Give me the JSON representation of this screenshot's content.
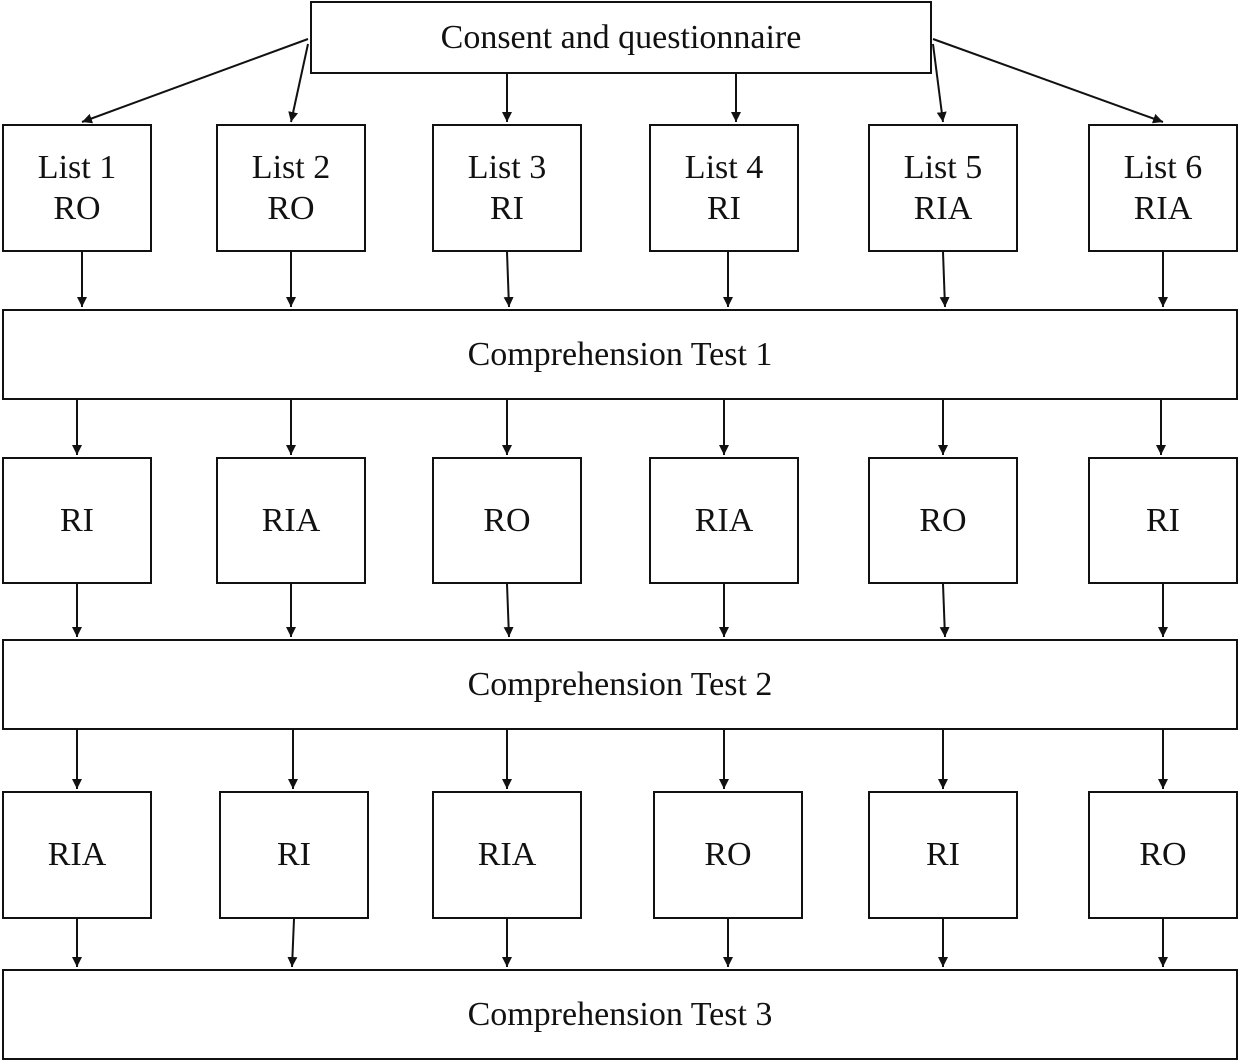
{
  "top": {
    "label": "Consent and questionnaire"
  },
  "lists": [
    {
      "name": "List 1",
      "first": "RO"
    },
    {
      "name": "List 2",
      "first": "RO"
    },
    {
      "name": "List 3",
      "first": "RI"
    },
    {
      "name": "List 4",
      "first": "RI"
    },
    {
      "name": "List 5",
      "first": "RIA"
    },
    {
      "name": "List 6",
      "first": "RIA"
    }
  ],
  "tests": [
    "Comprehension Test 1",
    "Comprehension Test 2",
    "Comprehension Test 3"
  ],
  "round2": [
    "RI",
    "RIA",
    "RO",
    "RIA",
    "RO",
    "RI"
  ],
  "round3": [
    "RIA",
    "RI",
    "RIA",
    "RO",
    "RI",
    "RO"
  ]
}
